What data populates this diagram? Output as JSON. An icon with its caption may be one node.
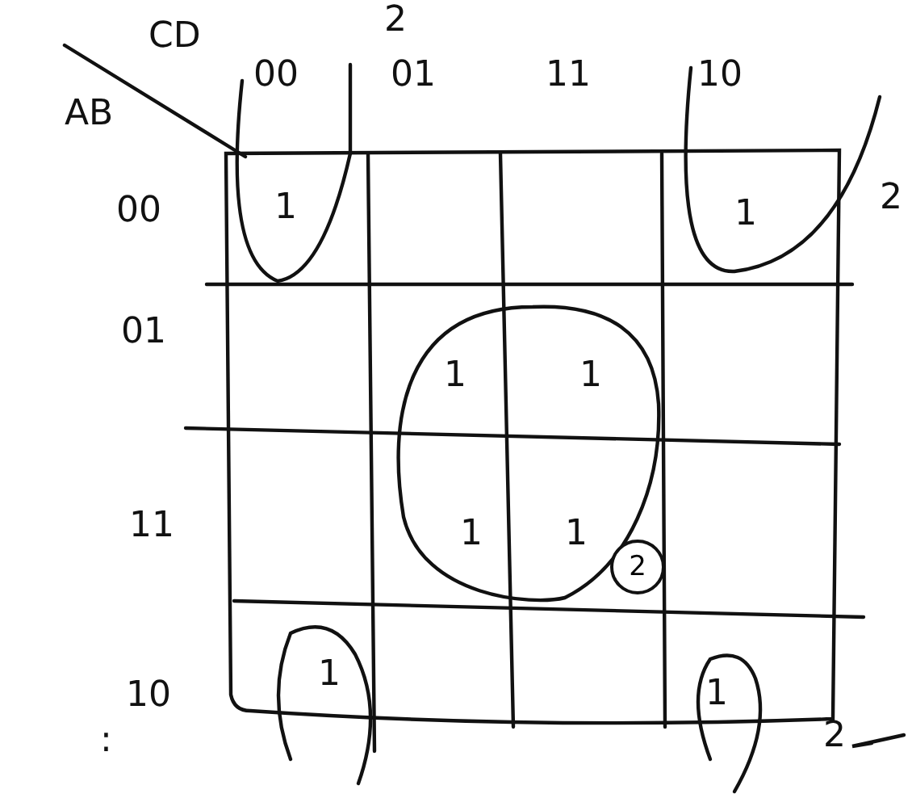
{
  "diagram": {
    "nodes": [
      {
        "text": [
          "2"
        ]
      }
    ],
    "labels": [
      "CD",
      "2",
      "AB",
      "00",
      "01",
      "11",
      "10",
      "2",
      "00",
      "1",
      "1",
      "01",
      "1",
      "1",
      "11",
      "1",
      "1",
      "10",
      "1",
      "1",
      ":",
      "2"
    ]
  }
}
